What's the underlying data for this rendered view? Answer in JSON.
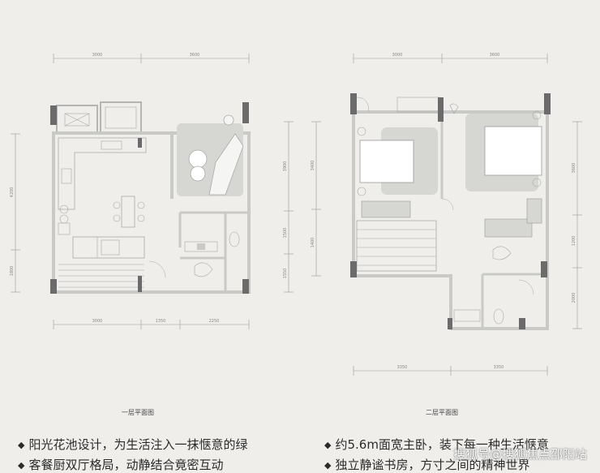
{
  "plans": [
    {
      "caption": "一层平面图",
      "top_dims": [
        "3000",
        "3600"
      ],
      "bottom_dims": [
        "3000",
        "1350",
        "2250"
      ],
      "left_dims": [
        "4200",
        "1800"
      ],
      "right_dims": [
        "3900",
        "1500",
        "1550"
      ]
    },
    {
      "caption": "二层平面图",
      "top_dims": [
        "3000",
        "3600"
      ],
      "bottom_dims": [
        "3350",
        "3350"
      ],
      "left_dims": [
        "3400",
        "1400"
      ],
      "right_dims": [
        "3600",
        "1200",
        "2000"
      ]
    }
  ],
  "bullets": [
    {
      "symbol": "◆",
      "text": "阳光花池设计，为生活注入一抹惬意的绿"
    },
    {
      "symbol": "◆",
      "text": "客餐厨双厅格局，动静结合竟密互动"
    },
    {
      "symbol": "◆",
      "text": "约5.6m面宽主卧，装下每一种生活惬意"
    },
    {
      "symbol": "◆",
      "text": "独立静谧书房，方寸之间的精神世界"
    }
  ],
  "watermark": "搜狐号@搜狐焦点邵阳站",
  "colors": {
    "background": "#efeeeb",
    "wall": "#c9c9c6",
    "column": "#6b6b6b",
    "rug": "#d6d6d3"
  }
}
